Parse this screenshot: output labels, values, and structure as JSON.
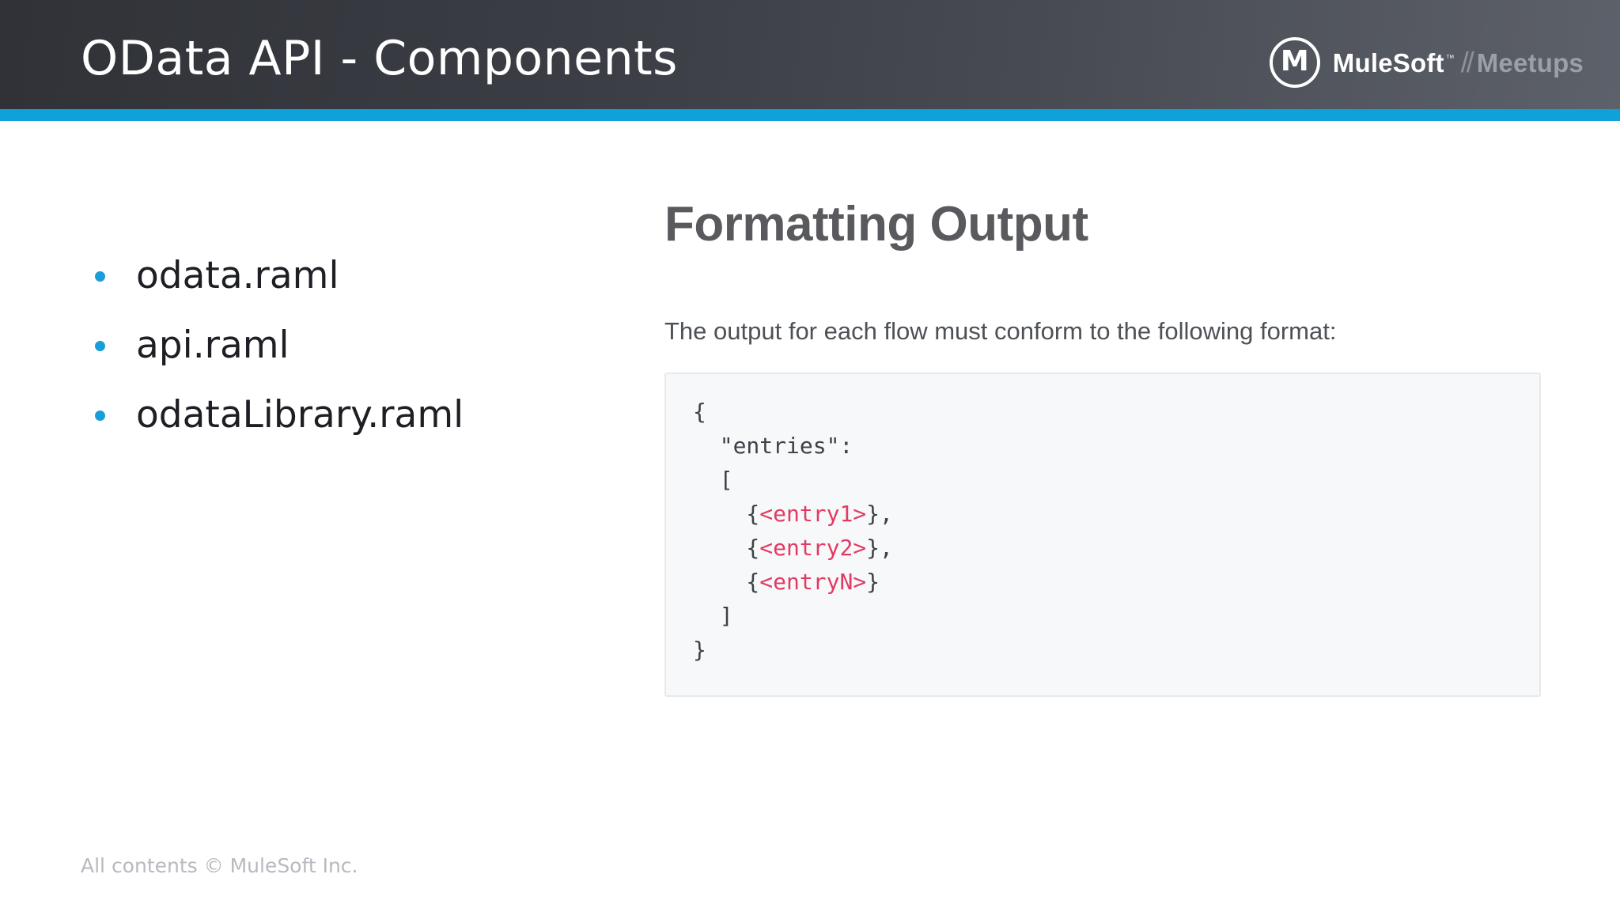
{
  "header": {
    "title": "OData API - Components",
    "brand": {
      "logo_icon": "mulesoft-m-logo-icon",
      "logo_monogram": "M",
      "name": "MuleSoft",
      "trademark": "™",
      "separator": "//",
      "program": "Meetups"
    }
  },
  "bullets": {
    "items": [
      {
        "label": "odata.raml"
      },
      {
        "label": "api.raml"
      },
      {
        "label": "odataLibrary.raml"
      }
    ]
  },
  "content": {
    "heading": "Formatting Output",
    "intro": "The output for each flow must conform to the following format:",
    "code": {
      "lines": [
        [
          {
            "text": "{",
            "style": "plain"
          }
        ],
        [
          {
            "text": "  \"entries\":",
            "style": "plain"
          }
        ],
        [
          {
            "text": "  [",
            "style": "plain"
          }
        ],
        [
          {
            "text": "    {",
            "style": "plain"
          },
          {
            "text": "<entry1>",
            "style": "accent"
          },
          {
            "text": "},",
            "style": "plain"
          }
        ],
        [
          {
            "text": "    {",
            "style": "plain"
          },
          {
            "text": "<entry2>",
            "style": "accent"
          },
          {
            "text": "},",
            "style": "plain"
          }
        ],
        [
          {
            "text": "    {",
            "style": "plain"
          },
          {
            "text": "<entryN>",
            "style": "accent"
          },
          {
            "text": "}",
            "style": "plain"
          }
        ],
        [
          {
            "text": "  ]",
            "style": "plain"
          }
        ],
        [
          {
            "text": "}",
            "style": "plain"
          }
        ]
      ]
    }
  },
  "footer": {
    "copyright": "All contents © MuleSoft Inc."
  },
  "colors": {
    "accent_bar": "#10a0da",
    "bullet": "#1b9ed8",
    "code_accent": "#e23a63",
    "header_gradient_start": "#303237",
    "header_gradient_end": "#5d616a",
    "code_background": "#f7f8f9"
  }
}
